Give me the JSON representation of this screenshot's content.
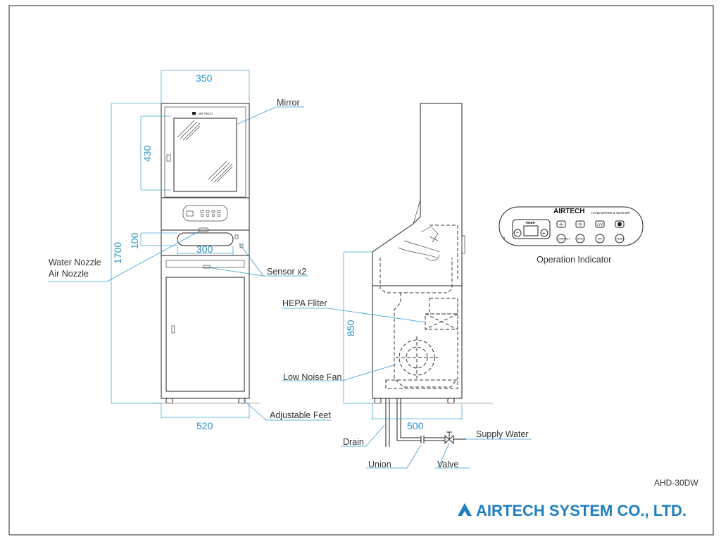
{
  "dimensions": {
    "width_top": "350",
    "mirror_height": "430",
    "total_height": "1700",
    "slot_height": "100",
    "slot_width": "300",
    "base_width": "520",
    "side_height": "850",
    "side_depth": "500"
  },
  "labels": {
    "mirror": "Mirror",
    "water_nozzle": "Water Nozzle",
    "air_nozzle": "Air Nozzle",
    "sensor": "Sensor x2",
    "hepa": "HEPA Fliter",
    "fan": "Low Noise Fan",
    "feet": "Adjustable Feet",
    "drain": "Drain",
    "union": "Union",
    "valve": "Valve",
    "supply": "Supply Water",
    "operation_indicator": "Operation Indicator"
  },
  "panel": {
    "brand": "AIRTECH",
    "subtitle": "HAND DRYER & WASHER",
    "timer": "TIMER",
    "btn_labels": [
      "TIMER SET",
      "WASH",
      "DRY",
      "RESET"
    ],
    "minus": "−",
    "plus": "+"
  },
  "device_badge": "AIR TECH",
  "model": "AHD-30DW",
  "company": "AIRTECH SYSTEM CO., LTD.",
  "colors": {
    "dimension": "#2b8fc4",
    "logo": "#1f7fc2",
    "leader": "#3a9ad0"
  }
}
